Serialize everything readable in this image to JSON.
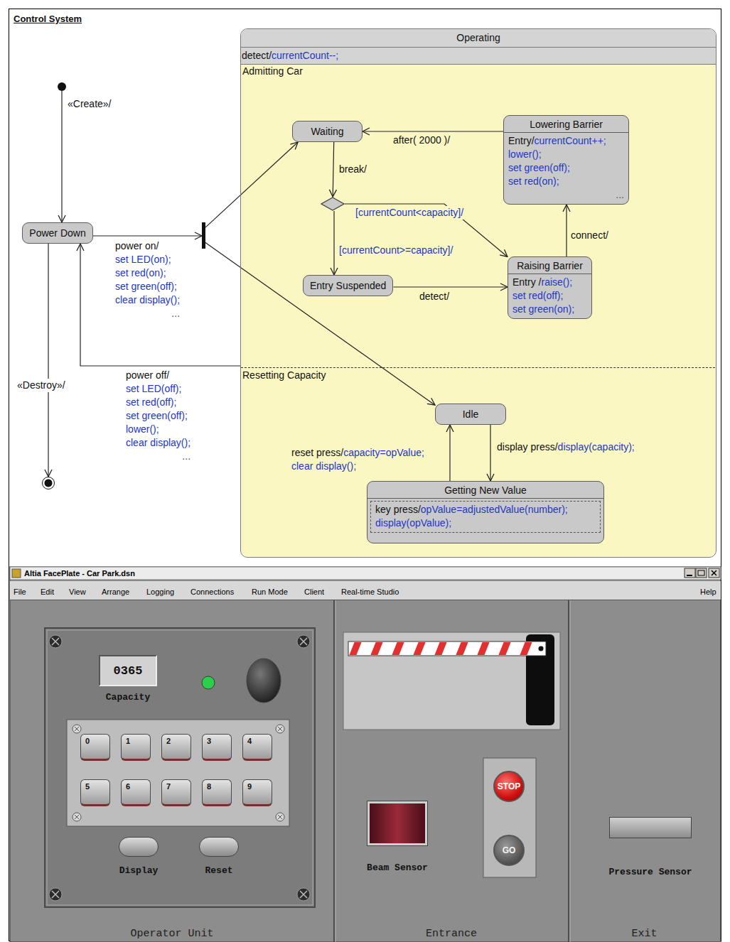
{
  "diagram": {
    "title": "Control System",
    "nodes": [
      {
        "text": []
      },
      {
        "text": [
          "Power Down"
        ]
      },
      {
        "text": []
      },
      {
        "text": [
          "Operating",
          "detect/currentCount--;"
        ]
      },
      {
        "text": [
          "Admitting Car"
        ],
        "in": 3
      },
      {
        "text": [
          "Waiting"
        ],
        "in": 4
      },
      {
        "text": [
          "Lowering Barrier",
          "Entry/currentCount++; lower(); set green(off); set red(on); ..."
        ],
        "in": 4
      },
      {
        "text": [],
        "in": 4
      },
      {
        "text": [
          "Entry Suspended"
        ],
        "in": 4
      },
      {
        "text": [
          "Raising Barrier",
          "Entry /raise(); set red(off); set green(on);"
        ],
        "in": 4
      },
      {
        "text": [
          "Resetting Capacity"
        ],
        "in": 3
      },
      {
        "text": [
          "Idle"
        ],
        "in": 10
      },
      {
        "text": [
          "Getting New Value",
          "key press/opValue=adjustedValue(number); display(opValue);"
        ],
        "in": 10
      },
      {
        "text": []
      },
      {
        "text": [
          "Operator Unit"
        ]
      },
      {
        "text": [
          "0365",
          "Capacity"
        ],
        "in": 14
      },
      {
        "text": [
          "0"
        ],
        "in": 14
      },
      {
        "text": [
          "1"
        ],
        "in": 14
      },
      {
        "text": [
          "2"
        ],
        "in": 14
      },
      {
        "text": [
          "3"
        ],
        "in": 14
      },
      {
        "text": [
          "4"
        ],
        "in": 14
      },
      {
        "text": [
          "5"
        ],
        "in": 14
      },
      {
        "text": [
          "6"
        ],
        "in": 14
      },
      {
        "text": [
          "7"
        ],
        "in": 14
      },
      {
        "text": [
          "8"
        ],
        "in": 14
      },
      {
        "text": [
          "9"
        ],
        "in": 14
      },
      {
        "text": [
          "Display"
        ],
        "in": 14
      },
      {
        "text": [
          "Reset"
        ],
        "in": 14
      },
      {
        "text": [
          "Entrance"
        ]
      },
      {
        "text": [
          "Beam Sensor"
        ],
        "in": 28
      },
      {
        "text": [
          "STOP"
        ],
        "in": 28
      },
      {
        "text": [
          "GO"
        ],
        "in": 28
      },
      {
        "text": [
          "Exit"
        ]
      },
      {
        "text": [
          "Pressure Sensor"
        ],
        "in": 32
      }
    ],
    "edges": [
      {
        "from": 0,
        "to": 1,
        "label": "«Create»/",
        "arrow": "to"
      },
      {
        "from": 1,
        "to": 2,
        "label": "power on/ set LED(on); set red(on); set green(off); clear display(); ...",
        "arrow": "to"
      },
      {
        "from": 2,
        "to": 5,
        "arrow": "to"
      },
      {
        "from": 2,
        "to": 11,
        "arrow": "to"
      },
      {
        "from": 3,
        "to": 1,
        "label": "power off/ set LED(off); set red(off); set green(off); lower(); clear display(); ...",
        "arrow": "to"
      },
      {
        "from": 1,
        "to": 13,
        "label": "«Destroy»/",
        "arrow": "to"
      },
      {
        "from": 6,
        "to": 5,
        "label": "after( 2000 )/",
        "arrow": "to"
      },
      {
        "from": 5,
        "to": 7,
        "label": "break/",
        "arrow": "to"
      },
      {
        "from": 7,
        "to": 9,
        "label": "[currentCount<capacity]/",
        "arrow": "to"
      },
      {
        "from": 7,
        "to": 8,
        "label": "[currentCount>=capacity]/",
        "arrow": "to"
      },
      {
        "from": 8,
        "to": 9,
        "label": "detect/",
        "arrow": "to"
      },
      {
        "from": 9,
        "to": 6,
        "label": "connect/",
        "arrow": "to"
      },
      {
        "from": 11,
        "to": 12,
        "label": "display press/display(capacity);",
        "arrow": "to"
      },
      {
        "from": 12,
        "to": 11,
        "label": "reset press/capacity=opValue; clear display();",
        "arrow": "to"
      }
    ],
    "labels": [
      "Altia FacePlate - Car Park.dsn",
      "File",
      "Edit",
      "View",
      "Arrange",
      "Logging",
      "Connections",
      "Run Mode",
      "Client",
      "Real-time Studio",
      "Help"
    ]
  }
}
